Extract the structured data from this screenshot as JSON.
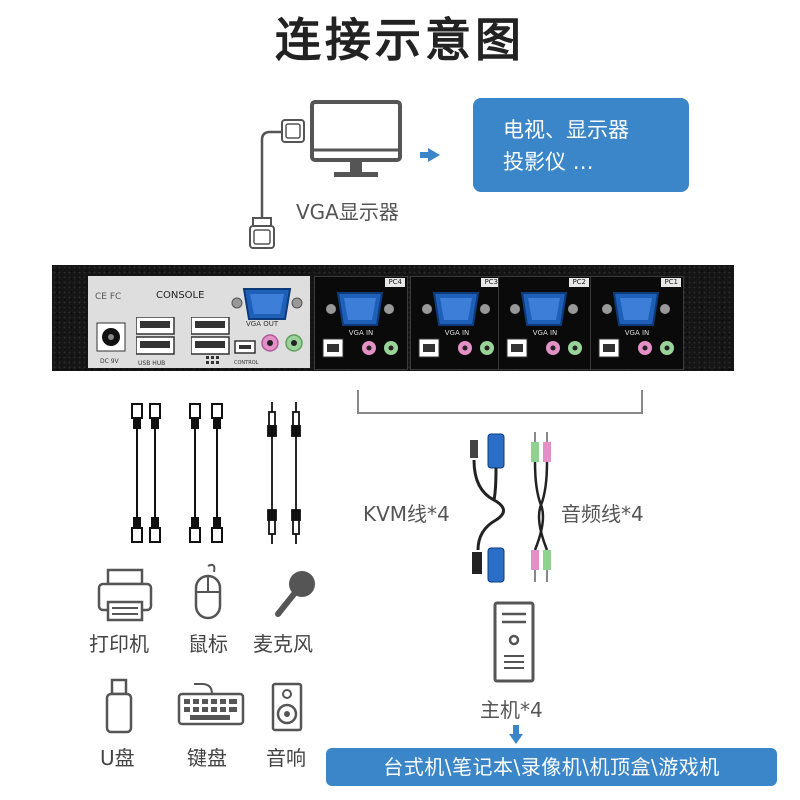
{
  "title": "连接示意图",
  "monitor": {
    "label": "VGA显示器"
  },
  "display_devices": {
    "line1": "电视、显示器",
    "line2": "投影仪  …"
  },
  "console_panel": {
    "label": "CONSOLE",
    "cert": "CE  FC",
    "vga_out_label": "VGA OUT",
    "dc_label": "DC 9V",
    "usb_hub_label": "USB HUB",
    "control_label": "CONTROL"
  },
  "pc_ports": [
    {
      "tag": "PC4",
      "vga_label": "VGA IN"
    },
    {
      "tag": "PC3",
      "vga_label": "VGA IN"
    },
    {
      "tag": "PC2",
      "vga_label": "VGA IN"
    },
    {
      "tag": "PC1",
      "vga_label": "VGA IN"
    }
  ],
  "cables": {
    "kvm": "KVM线*4",
    "audio": "音频线*4"
  },
  "peripherals": {
    "printer": "打印机",
    "mouse": "鼠标",
    "microphone": "麦克风",
    "usb_drive": "U盘",
    "keyboard": "键盘",
    "speaker": "音响"
  },
  "host": {
    "label": "主机*4"
  },
  "host_types": "台式机\\笔记本\\录像机\\机顶盒\\游戏机",
  "colors": {
    "accent": "#3a86c8",
    "device": "#151515"
  }
}
